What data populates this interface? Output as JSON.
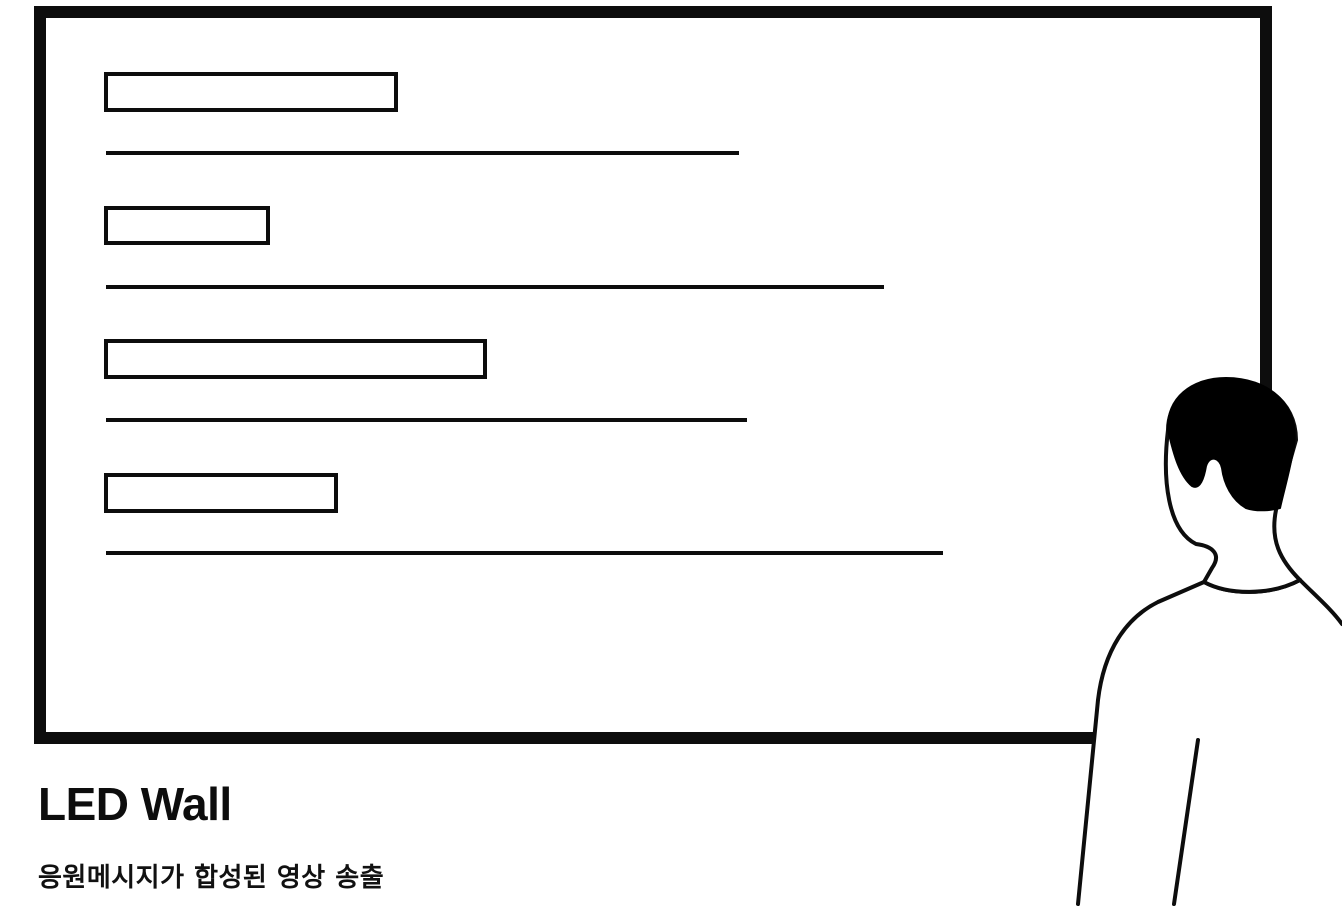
{
  "title": "LED Wall",
  "subtitle": "응원메시지가 합성된 영상 송출",
  "colors": {
    "line": "#0d0d0d",
    "hair": "#000000",
    "background": "#ffffff"
  },
  "screen": {
    "rows": 4
  }
}
